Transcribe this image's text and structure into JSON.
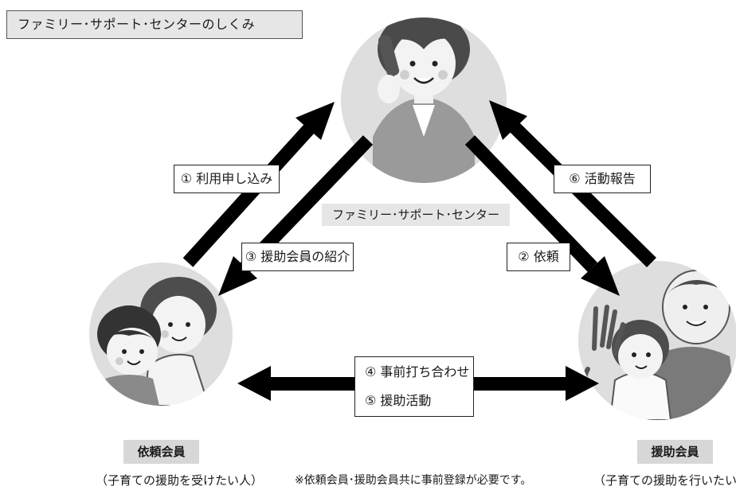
{
  "title": "ファミリー･サポート･センターのしくみ",
  "center_label": "ファミリー･サポート･センター",
  "steps": {
    "s1": "① 利用申し込み",
    "s2": "② 依頼",
    "s3": "③ 援助会員の紹介",
    "s4": "④ 事前打ち合わせ",
    "s5": "⑤ 援助活動",
    "s6": "⑥ 活動報告"
  },
  "members": {
    "requesting": {
      "label": "依頼会員",
      "description": "（子育ての援助を受けたい人）"
    },
    "helping": {
      "label": "援助会員",
      "description": "（子育ての援助を行いたい人）"
    }
  },
  "note": "※依頼会員･援助会員共に事前登録が必要です。",
  "colors": {
    "arrow": "#000000",
    "circle": "#dedede",
    "label_bg": "#e6e6e6"
  }
}
